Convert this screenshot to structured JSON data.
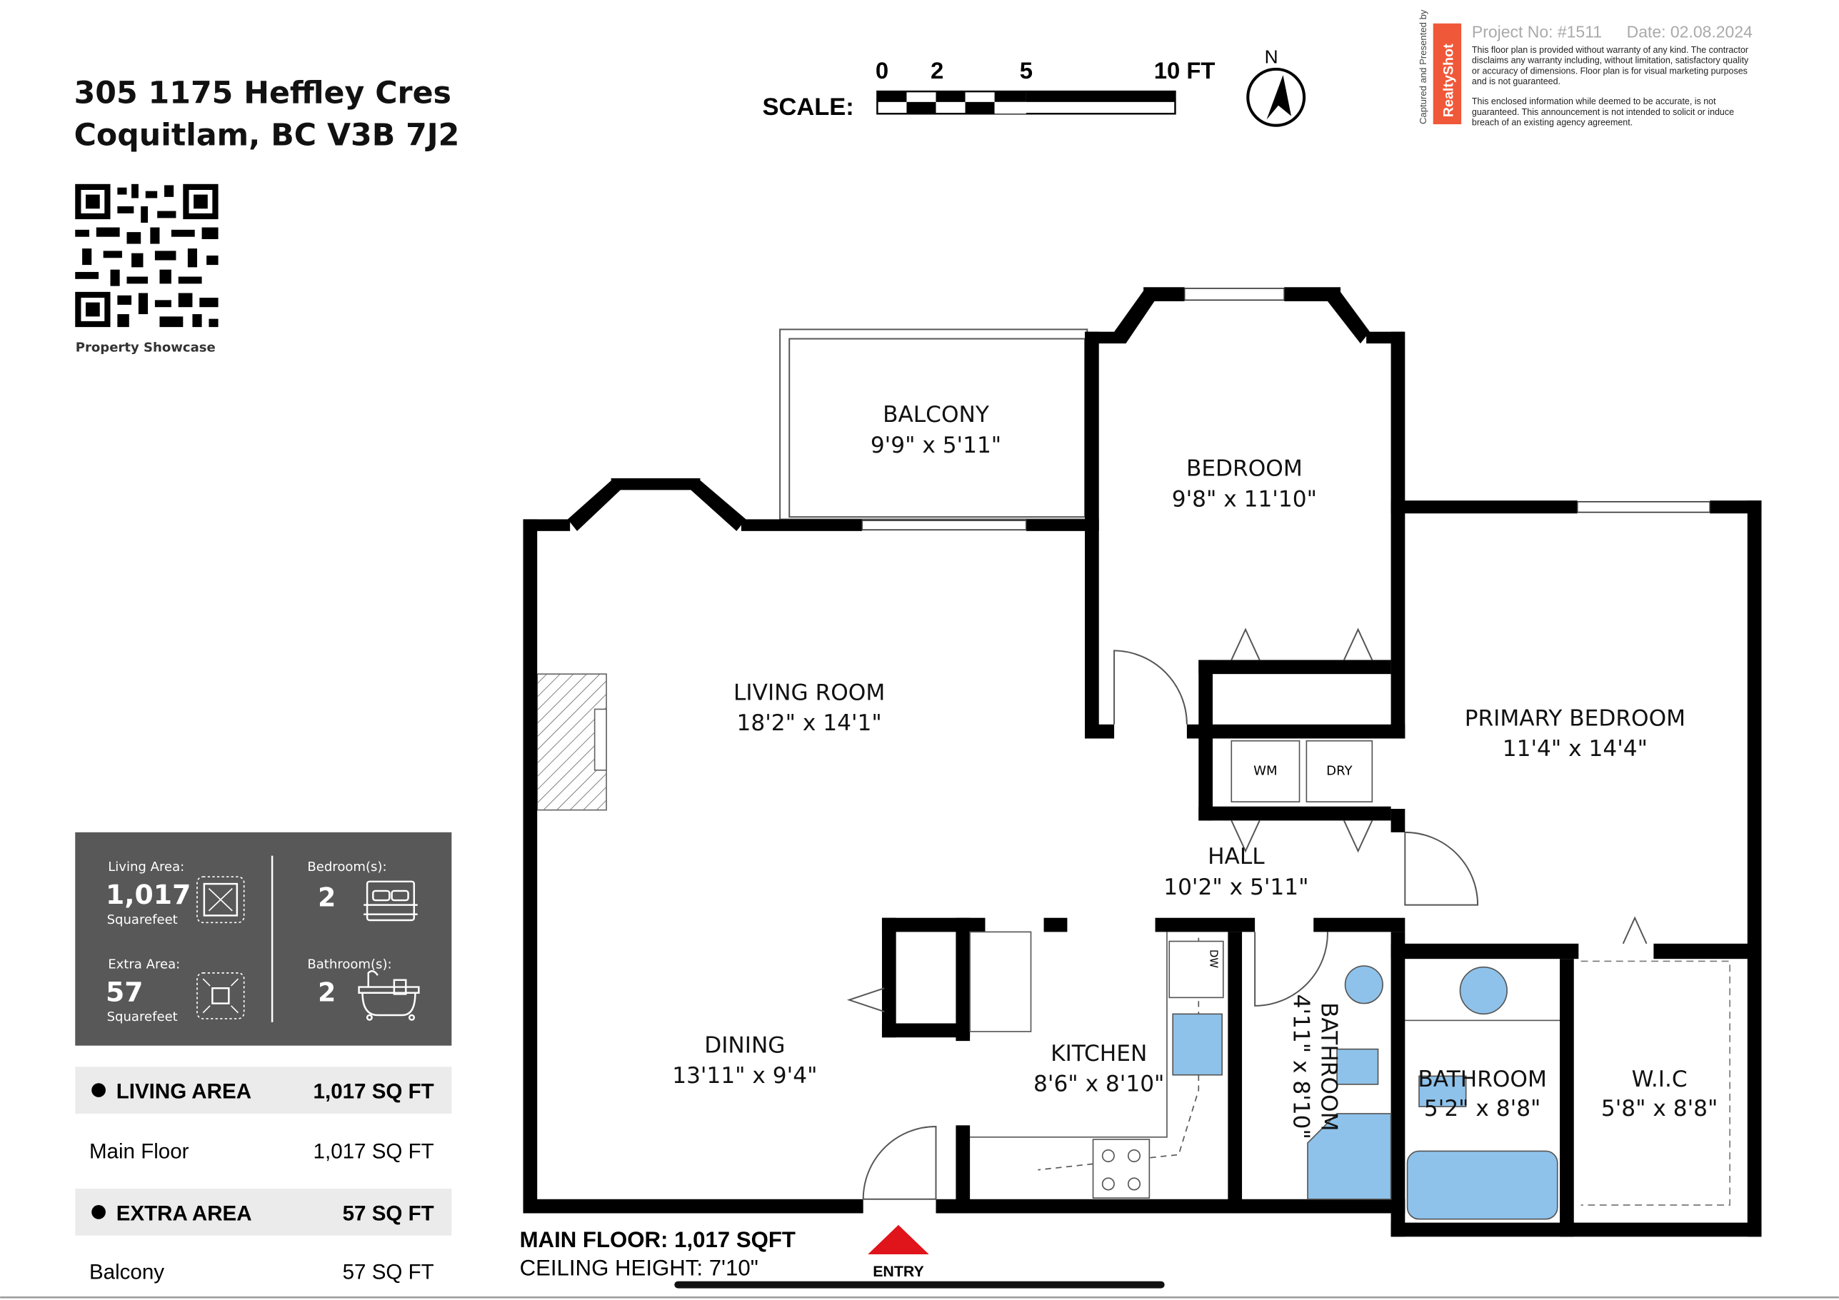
{
  "address": {
    "line1": "305 1175 Heffley Cres",
    "line2": "Coquitlam, BC V3B 7J2"
  },
  "qr": {
    "caption": "Property Showcase"
  },
  "scale": {
    "label": "SCALE:",
    "ticks": [
      "0",
      "2",
      "5",
      "10 FT"
    ]
  },
  "compass": {
    "north": "N"
  },
  "branding": {
    "captured_by": "Captured and Presented by",
    "brand": "RealtyShot",
    "brand_color": "#f0583a",
    "project": "Project No: #1511",
    "date": "Date: 02.08.2024",
    "disclaimer1": [
      "This floor plan is provided without warranty of any kind. The contractor",
      "disclaims any warranty including, without limitation, satisfactory quality",
      "or accuracy of dimensions. Floor plan is for visual marketing purposes",
      "and is not guaranteed."
    ],
    "disclaimer2": [
      "This enclosed information while deemed to be accurate, is not",
      "guaranteed. This announcement is not intended to solicit or induce",
      "breach of an existing agency agreement."
    ]
  },
  "stats": {
    "living_label": "Living Area:",
    "living_value": "1,017",
    "living_unit": "Squarefeet",
    "extra_label": "Extra Area:",
    "extra_value": "57",
    "extra_unit": "Squarefeet",
    "bedrooms_label": "Bedroom(s):",
    "bedrooms_value": "2",
    "bathrooms_label": "Bathroom(s):",
    "bathrooms_value": "2"
  },
  "area_table": [
    {
      "header": "LIVING AREA",
      "value": "1,017 SQ FT",
      "rows": [
        {
          "name": "Main Floor",
          "value": "1,017 SQ FT"
        }
      ]
    },
    {
      "header": "EXTRA AREA",
      "value": "57 SQ FT",
      "rows": [
        {
          "name": "Balcony",
          "value": "57 SQ FT"
        }
      ]
    }
  ],
  "rooms": {
    "balcony": {
      "name": "BALCONY",
      "dims": "9'9\" x 5'11\""
    },
    "bedroom": {
      "name": "BEDROOM",
      "dims": "9'8\" x 11'10\""
    },
    "living": {
      "name": "LIVING ROOM",
      "dims": "18'2\" x 14'1\""
    },
    "primary": {
      "name": "PRIMARY BEDROOM",
      "dims": "11'4\" x 14'4\""
    },
    "hall": {
      "name": "HALL",
      "dims": "10'2\" x 5'11\""
    },
    "dining": {
      "name": "DINING",
      "dims": "13'11\" x 9'4\""
    },
    "kitchen": {
      "name": "KITCHEN",
      "dims": "8'6\" x 8'10\""
    },
    "bathroom1": {
      "name": "BATHROOM",
      "dims": "4'11\" x 8'10\""
    },
    "bathroom2": {
      "name": "BATHROOM",
      "dims": "5'2\" x 8'8\""
    },
    "wic": {
      "name": "W.I.C",
      "dims": "5'8\" x 8'8\""
    }
  },
  "appliances": {
    "washer": "WM",
    "dryer": "DRY",
    "dishwasher": "DW"
  },
  "footer": {
    "floor": "MAIN FLOOR: 1,017 SQFT",
    "ceiling": "CEILING HEIGHT: 7'10\"",
    "entry": "ENTRY",
    "entry_color": "#e0141b"
  }
}
